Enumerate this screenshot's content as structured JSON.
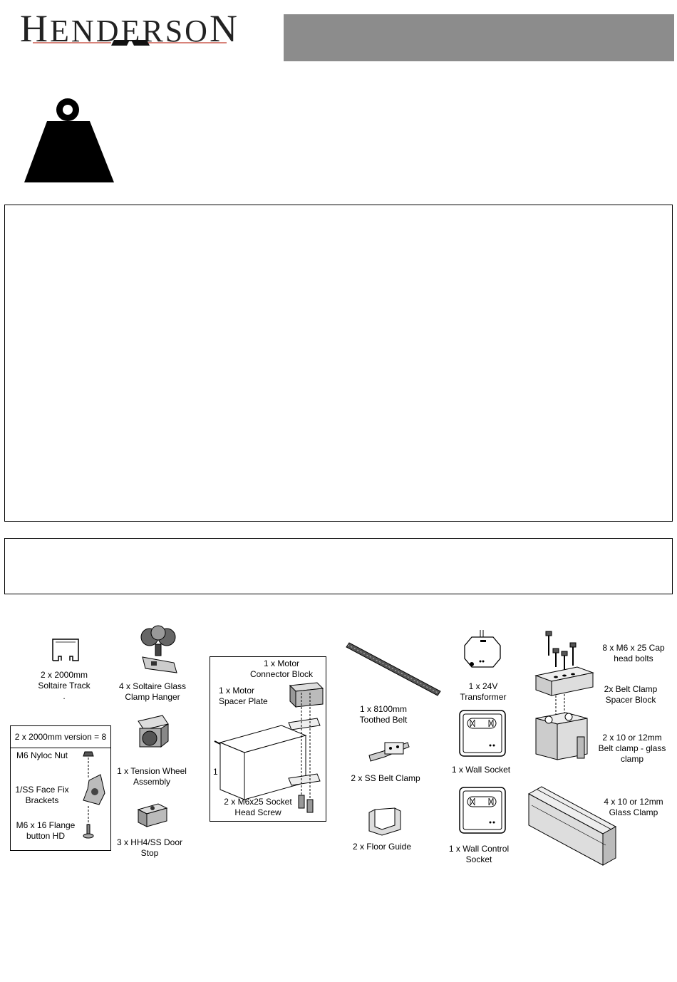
{
  "header": {
    "logo_text_first": "H",
    "logo_text_mid": "ENDERSO",
    "logo_text_last": "N",
    "bar_color": "#8c8c8c",
    "accent_color": "#c0392b"
  },
  "icons": {
    "weight": "weight-icon"
  },
  "parts": {
    "track": "2 x 2000mm\nSoltaire Track\n.",
    "hanger": "4 x Soltaire Glass\nClamp Hanger",
    "version_title": "2 x 2000mm  version  = 8",
    "nyloc": "M6 Nyloc Nut",
    "face_fix": "1/SS Face Fix\nBrackets",
    "flange": "M6 x 16 Flange\nbutton HD",
    "tension": "1 x Tension Wheel\nAssembly",
    "door_stop": "3 x HH4/SS Door\nStop",
    "connector": "1 x Motor\nConnector Block",
    "spacer_plate": "1 x Motor\nSpacer Plate",
    "motor": "1 x Motor",
    "socket_screw": "2 x M6x25 Socket\nHead Screw",
    "belt": "1 x 8100mm\nToothed Belt",
    "belt_clamp": "2 x SS Belt Clamp",
    "floor_guide": "2 x Floor Guide",
    "transformer": "1 x 24V\nTransformer",
    "wall_socket": "1 x Wall Socket",
    "wall_control": "1 x Wall Control\nSocket",
    "cap_bolts": "8 x M6 x 25 Cap\nhead bolts",
    "spacer_block": "2x Belt Clamp\nSpacer Block",
    "belt_glass_clamp": "2 x 10 or 12mm\nBelt clamp - glass\nclamp",
    "glass_clamp": "4 x 10 or 12mm\nGlass Clamp"
  }
}
